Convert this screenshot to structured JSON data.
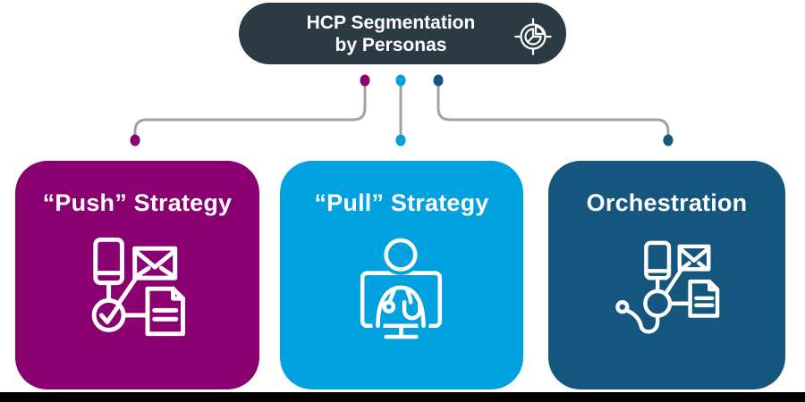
{
  "header": {
    "title_line1": "HCP Segmentation",
    "title_line2": "by Personas",
    "icon": "target-pie-icon"
  },
  "cards": [
    {
      "id": "push",
      "label": "“Push” Strategy",
      "color": "#8A0070",
      "icon": "push-channels-icon"
    },
    {
      "id": "pull",
      "label": "“Pull” Strategy",
      "color": "#00A1DE",
      "icon": "telehealth-doctor-icon"
    },
    {
      "id": "orchestration",
      "label": "Orchestration",
      "color": "#15567F",
      "icon": "orchestration-stethoscope-icon"
    }
  ],
  "colors": {
    "header_bg": "#2B3A43",
    "connector": "#9EA3A6",
    "text": "#FFFFFF",
    "bottom_bar": "#000000",
    "background": "#FFFFFF"
  }
}
